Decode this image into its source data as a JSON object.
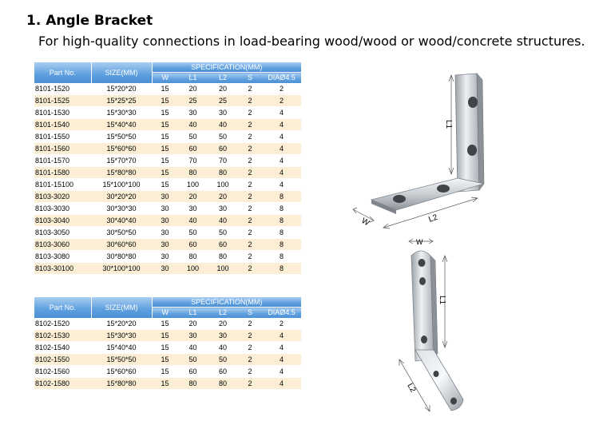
{
  "title": "1. Angle Bracket",
  "subtitle": "For high-quality connections in load-bearing wood/wood or wood/concrete structures.",
  "tables": [
    {
      "headers": {
        "part_no": "Part No.",
        "size": "SIZE(MM)",
        "specification": "SPECIFICATION(MM)",
        "w": "W",
        "l1": "L1",
        "l2": "L2",
        "s": "S",
        "dia": "DIAØ4.5"
      },
      "rows": [
        [
          "8101-1520",
          "15*20*20",
          "15",
          "20",
          "20",
          "2",
          "2"
        ],
        [
          "8101-1525",
          "15*25*25",
          "15",
          "25",
          "25",
          "2",
          "2"
        ],
        [
          "8101-1530",
          "15*30*30",
          "15",
          "30",
          "30",
          "2",
          "4"
        ],
        [
          "8101-1540",
          "15*40*40",
          "15",
          "40",
          "40",
          "2",
          "4"
        ],
        [
          "8101-1550",
          "15*50*50",
          "15",
          "50",
          "50",
          "2",
          "4"
        ],
        [
          "8101-1560",
          "15*60*60",
          "15",
          "60",
          "60",
          "2",
          "4"
        ],
        [
          "8101-1570",
          "15*70*70",
          "15",
          "70",
          "70",
          "2",
          "4"
        ],
        [
          "8101-1580",
          "15*80*80",
          "15",
          "80",
          "80",
          "2",
          "4"
        ],
        [
          "8101-15100",
          "15*100*100",
          "15",
          "100",
          "100",
          "2",
          "4"
        ],
        [
          "8103-3020",
          "30*20*20",
          "30",
          "20",
          "20",
          "2",
          "8"
        ],
        [
          "8103-3030",
          "30*30*30",
          "30",
          "30",
          "30",
          "2",
          "8"
        ],
        [
          "8103-3040",
          "30*40*40",
          "30",
          "40",
          "40",
          "2",
          "8"
        ],
        [
          "8103-3050",
          "30*50*50",
          "30",
          "50",
          "50",
          "2",
          "8"
        ],
        [
          "8103-3060",
          "30*60*60",
          "30",
          "60",
          "60",
          "2",
          "8"
        ],
        [
          "8103-3080",
          "30*80*80",
          "30",
          "80",
          "80",
          "2",
          "8"
        ],
        [
          "8103-30100",
          "30*100*100",
          "30",
          "100",
          "100",
          "2",
          "8"
        ]
      ]
    },
    {
      "headers": {
        "part_no": "Part No.",
        "size": "SIZE(MM)",
        "specification": "SPECIFICATION(MM)",
        "w": "W",
        "l1": "L1",
        "l2": "L2",
        "s": "S",
        "dia": "DIAØ4.5"
      },
      "rows": [
        [
          "8102-1520",
          "15*20*20",
          "15",
          "20",
          "20",
          "2",
          "2"
        ],
        [
          "8102-1530",
          "15*30*30",
          "15",
          "30",
          "30",
          "2",
          "4"
        ],
        [
          "8102-1540",
          "15*40*40",
          "15",
          "40",
          "40",
          "2",
          "4"
        ],
        [
          "8102-1550",
          "15*50*50",
          "15",
          "50",
          "50",
          "2",
          "4"
        ],
        [
          "8102-1560",
          "15*60*60",
          "15",
          "60",
          "60",
          "2",
          "4"
        ],
        [
          "8102-1580",
          "15*80*80",
          "15",
          "80",
          "80",
          "2",
          "4"
        ]
      ]
    }
  ],
  "figure": {
    "top_bracket": {
      "label_l1": "L1",
      "label_l2": "L2",
      "label_w": "W"
    },
    "bottom_bracket": {
      "label_l1": "L1",
      "label_l2": "L2",
      "label_w": "W"
    }
  }
}
